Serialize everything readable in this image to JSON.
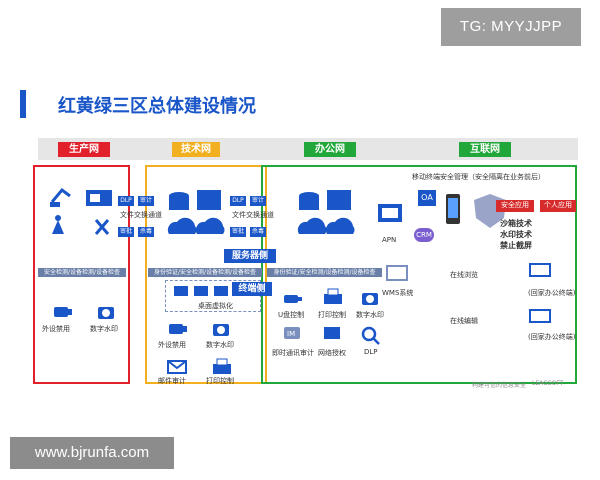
{
  "watermarks": {
    "top": "TG: MYYJJPP",
    "bottom": "www.bjrunfa.com"
  },
  "title": "红黄绿三区总体建设情况",
  "zones": {
    "production": "生产网",
    "technical": "技术网",
    "office": "办公网",
    "internet": "互联网"
  },
  "production": {
    "band": "安全检测/设备检测/设备检查",
    "peripheral": "外设禁用",
    "watermark": "数字水印"
  },
  "technical": {
    "band": "身份验证/安全检测/设备检测/设备检查",
    "desktop": "桌面虚拟化",
    "peripheral": "外设禁用",
    "watermark": "数字水印",
    "mail_audit": "邮件审计",
    "print": "打印控制"
  },
  "exchange": {
    "dlp": "DLP",
    "audit": "审计",
    "channel": "文件交换通道",
    "approve": "审批",
    "antivirus": "杀毒"
  },
  "labels": {
    "server_side": "服务器侧",
    "client_side": "终端侧"
  },
  "office": {
    "band": "身份验证/安全检测/设备检测/设备检查",
    "usb": "U盘控制",
    "print": "打印控制",
    "watermark": "数字水印",
    "im": "即时通讯审计",
    "network": "网络授权",
    "dlp": "DLP",
    "wms": "WMS系统"
  },
  "internet": {
    "mobile_mgmt": "移动终端安全管理（安全隔离在业务前后）",
    "apn": "APN",
    "oa": "OA",
    "crm": "CRM",
    "secure_app": "安全应用",
    "personal_app": "个人应用",
    "sandbox": "沙箱技术",
    "watermark_tech": "水印技术",
    "no_screenshot": "禁止截屏",
    "online_browse": "在线浏览",
    "online_edit": "在线编辑",
    "back_office_1": "(回家办公终端)",
    "back_office_2": "(回家办公终端)"
  },
  "footer": {
    "left": "构建可信的信息安全",
    "right": "LEAGSOFT"
  },
  "colors": {
    "blue": "#1a56c8",
    "red": "#e2202c",
    "yellow": "#f2b020",
    "green": "#22a83a"
  }
}
